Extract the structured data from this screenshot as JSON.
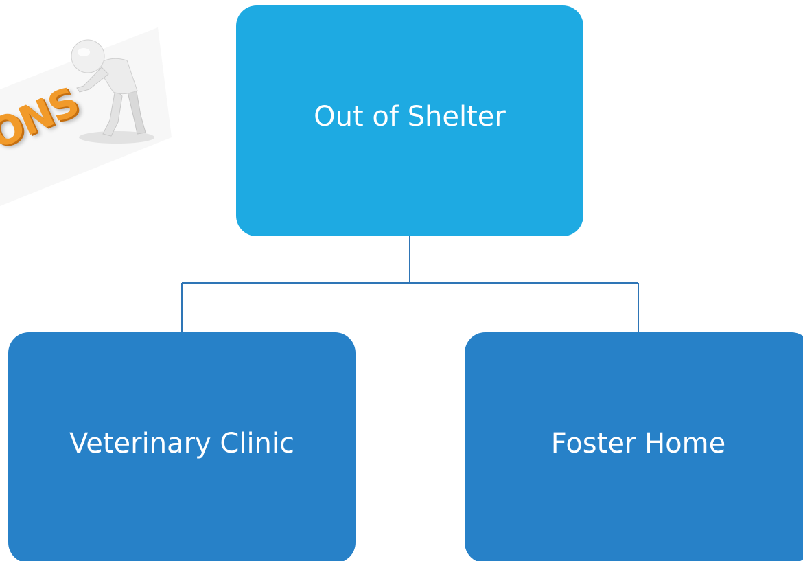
{
  "diagram": {
    "type": "org-chart",
    "root": {
      "label": "Out of Shelter",
      "color": "#1eaae2"
    },
    "children": [
      {
        "label": "Veterinary Clinic",
        "color": "#2781c8"
      },
      {
        "label": "Foster Home",
        "color": "#2781c8"
      }
    ],
    "connector_color": "#2e75b6"
  },
  "clipart": {
    "icon": "3d-figure-pushing-letters-icon",
    "letters": "ONS",
    "letters_color": "#f19a2a"
  }
}
